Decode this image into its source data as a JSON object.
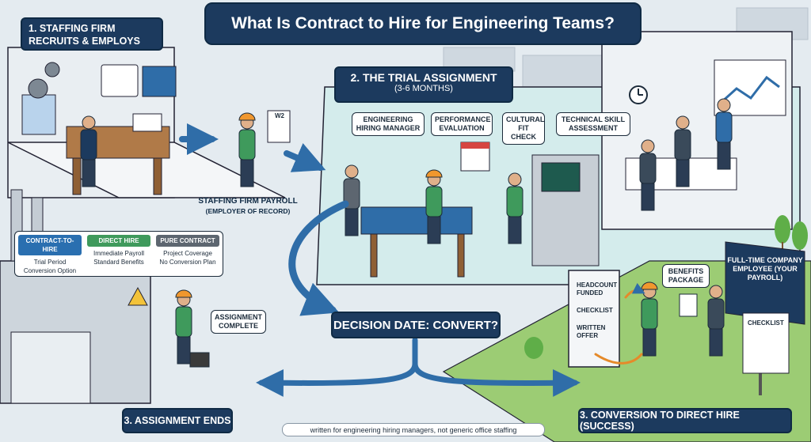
{
  "header": {
    "title": "What Is Contract to Hire for Engineering Teams?"
  },
  "steps": {
    "step1": "1. Staffing Firm Recruits & Employs",
    "step2_title": "2. The Trial Assignment",
    "step2_duration": "(3-6 Months)",
    "payroll_title": "Staffing Firm Payroll",
    "payroll_sub": "(Employer of Record)",
    "decision": "Decision Date: Convert?",
    "ends": "3. Assignment Ends",
    "success": "3. Conversion to Direct Hire (Success)"
  },
  "labels": {
    "hiring_manager": "Engineering Hiring Manager",
    "performance": "Performance Evaluation",
    "cultural_fit": "Cultural Fit Check",
    "technical": "Technical Skill Assessment",
    "assignment_complete": "Assignment Complete",
    "benefits": "Benefits Package",
    "full_time": "Full-Time Company Employee (Your Payroll)",
    "w2": "W2",
    "checklist_back": "Checklist"
  },
  "checklist": [
    "Headcount Funded",
    "Checklist",
    "Written Offer"
  ],
  "comparison": [
    {
      "tag": "Contract-to-Hire",
      "color": "#2a6fb0",
      "line1": "Trial Period",
      "line2": "Conversion Option"
    },
    {
      "tag": "Direct Hire",
      "color": "#3f9a5c",
      "line1": "Immediate Payroll",
      "line2": "Standard Benefits"
    },
    {
      "tag": "Pure Contract",
      "color": "#5d6670",
      "line1": "Project Coverage",
      "line2": "No Conversion Plan"
    }
  ],
  "footer": {
    "note": "written for engineering hiring managers, not generic office staffing"
  },
  "colors": {
    "navy": "#1c3a5e",
    "arrow_blue": "#2f6da8",
    "worker_green": "#3f9a5c",
    "hardhat_orange": "#f0972e",
    "lawn_green": "#9ccc74",
    "trial_zone": "#d4ecec"
  }
}
